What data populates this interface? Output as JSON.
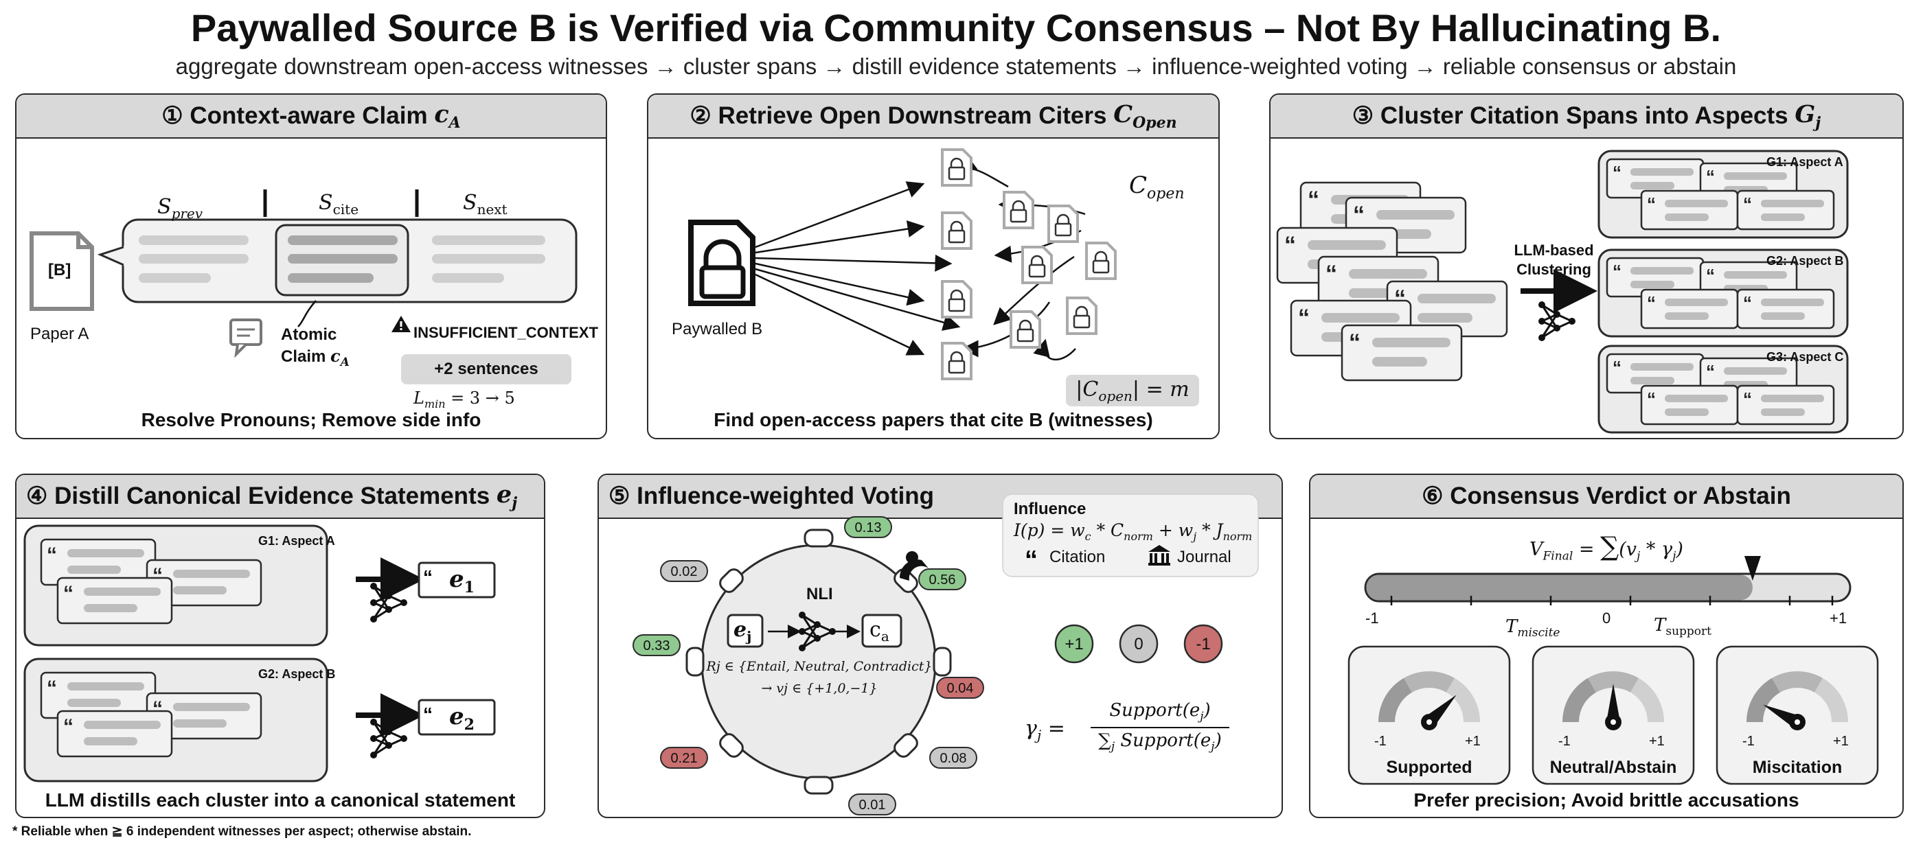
{
  "header": {
    "title": "Paywalled Source B is Verified via Community Consensus – Not By Hallucinating B.",
    "subtitle": "aggregate downstream open-access witnesses → cluster spans → distill evidence statements → influence-weighted voting → reliable consensus or abstain"
  },
  "footnote": "* Reliable when ≧ 6 independent witnesses per aspect; otherwise abstain.",
  "panel1": {
    "title": "① Context-aware Claim",
    "title_math": "cA",
    "s_prev": "Sprev",
    "s_cite": "Scite",
    "s_next": "Snext",
    "doc_label": "[B]",
    "paper_label": "Paper A",
    "atomic_label": "Atomic",
    "claim_label": "Claim cA",
    "warning": "INSUFFICIENT_CONTEXT",
    "plus_sentences": "+2 sentences",
    "lmin": "Lmin = 3 → 5",
    "caption": "Resolve Pronouns; Remove side info"
  },
  "panel2": {
    "title": "② Retrieve Open Downstream Citers",
    "title_math": "COpen",
    "source_label": "Paywalled B",
    "copen_label": "Copen",
    "count_label": "|Copen| = m",
    "caption": "Find open-access papers that cite B (witnesses)"
  },
  "panel3": {
    "title": "③ Cluster Citation Spans into Aspects",
    "title_math": "Gj",
    "method_line1": "LLM-based",
    "method_line2": "Clustering",
    "aspects": [
      "G1: Aspect A",
      "G2: Aspect B",
      "G3: Aspect C"
    ]
  },
  "panel4": {
    "title": "④ Distill Canonical Evidence Statements",
    "title_math": "ej",
    "groups": [
      {
        "label": "G1: Aspect A",
        "statement": "e1"
      },
      {
        "label": "G2: Aspect B",
        "statement": "e2"
      }
    ],
    "caption": "LLM distills each cluster into a canonical statement"
  },
  "panel5": {
    "title": "⑤ Influence-weighted Voting",
    "nli_label": "NLI",
    "ej_label": "ej",
    "ca_label": "ca",
    "rj_line": "Rj ∈ {Entail, Neutral, Contradict}",
    "vj_line": "→ vj ∈ {+1,0,−1}",
    "seat_weights": [
      {
        "value": "0.13",
        "stance": "support"
      },
      {
        "value": "0.56",
        "stance": "support"
      },
      {
        "value": "0.04",
        "stance": "contradict"
      },
      {
        "value": "0.08",
        "stance": "neutral"
      },
      {
        "value": "0.01",
        "stance": "neutral"
      },
      {
        "value": "0.21",
        "stance": "contradict"
      },
      {
        "value": "0.33",
        "stance": "support"
      },
      {
        "value": "0.02",
        "stance": "neutral"
      }
    ],
    "influence_title": "Influence",
    "influence_formula": "I(p) = wc * Cnorm + wj * Jnorm",
    "citation_label": "Citation",
    "journal_label": "Journal",
    "votes": [
      "+1",
      "0",
      "-1"
    ],
    "gamma_formula_lhs": "γj =",
    "gamma_num": "Support(ej)",
    "gamma_den": "∑j Support(ej)",
    "colors": {
      "support": "#8fc98f",
      "neutral": "#c8c8c8",
      "contradict": "#c97070"
    }
  },
  "panel6": {
    "title": "⑥ Consensus Verdict or Abstain",
    "vfinal": "VFinal = ∑(vj * γj)",
    "scale_min": "-1",
    "scale_zero": "0",
    "scale_max": "+1",
    "t_miscite": "Tmiscite",
    "t_support": "Tsupport",
    "final_value": 0.6,
    "gauges": [
      {
        "label": "Supported",
        "level": 0.75
      },
      {
        "label": "Neutral/Abstain",
        "level": 0.5
      },
      {
        "label": "Miscitation",
        "level": 0.15
      }
    ],
    "gauge_min": "-1",
    "gauge_max": "+1",
    "caption": "Prefer precision; Avoid brittle accusations"
  }
}
